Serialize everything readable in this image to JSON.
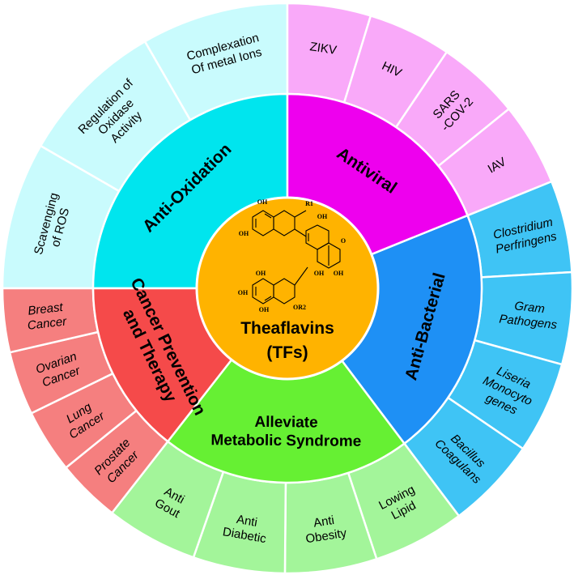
{
  "center": {
    "title_line1": "Theaflavins",
    "title_line2": "(TFs)",
    "color": "#FFB300",
    "structure_labels": [
      "OH",
      "OH",
      "R1",
      "OH",
      "O",
      "OH",
      "OH",
      "OH",
      "OH",
      "OR2",
      "OH"
    ]
  },
  "categories": [
    {
      "name": "Anti-Oxidation",
      "lines": [
        "Anti-Oxidation"
      ],
      "color": "#00E5EE",
      "outer_color": "#C9FBFD",
      "subs": [
        {
          "lines": [
            "Scavenging",
            "of ROS"
          ],
          "italic": false
        },
        {
          "lines": [
            "Regulation of",
            "Oxidase",
            "Activity"
          ],
          "italic": false
        },
        {
          "lines": [
            "Complexation",
            "Of metal Ions"
          ],
          "italic": false
        }
      ]
    },
    {
      "name": "Antiviral",
      "lines": [
        "Antiviral"
      ],
      "color": "#EE00EE",
      "outer_color": "#F9A9F9",
      "subs": [
        {
          "lines": [
            "ZIKV"
          ],
          "italic": false
        },
        {
          "lines": [
            "HIV"
          ],
          "italic": false
        },
        {
          "lines": [
            "SARS",
            "-COV-2"
          ],
          "italic": false
        },
        {
          "lines": [
            "IAV"
          ],
          "italic": false
        }
      ]
    },
    {
      "name": "Anti-Bacterial",
      "lines": [
        "Anti-Bacterial"
      ],
      "color": "#1E90F5",
      "outer_color": "#3FC4F5",
      "subs": [
        {
          "lines": [
            "Clostridium",
            "Perfringens"
          ],
          "italic": true
        },
        {
          "lines": [
            "Gram",
            "Pathogens"
          ],
          "italic": true
        },
        {
          "lines": [
            "Liseria",
            "Monocyto",
            "genes"
          ],
          "italic": true
        },
        {
          "lines": [
            "Bacillus",
            "Coagulans"
          ],
          "italic": true
        }
      ]
    },
    {
      "name": "Alleviate Metabolic Syndrome",
      "lines": [
        "Alleviate",
        "Metabolic Syndrome"
      ],
      "color": "#66F033",
      "outer_color": "#A3F59A",
      "subs": [
        {
          "lines": [
            "Lowing",
            "Lipid"
          ],
          "italic": false
        },
        {
          "lines": [
            "Anti",
            "Obesity"
          ],
          "italic": false
        },
        {
          "lines": [
            "Anti",
            "Diabetic"
          ],
          "italic": false
        },
        {
          "lines": [
            "Anti",
            "Gout"
          ],
          "italic": false
        }
      ]
    },
    {
      "name": "Cancer Prevention and Therapy",
      "lines": [
        "Cancer Prevention",
        "and Therapy"
      ],
      "color": "#F54A4A",
      "outer_color": "#F57F7F",
      "subs": [
        {
          "lines": [
            "Prostate",
            "Cancer"
          ],
          "italic": true
        },
        {
          "lines": [
            "Lung",
            "Cancer"
          ],
          "italic": true
        },
        {
          "lines": [
            "Ovarian",
            "Cancer"
          ],
          "italic": true
        },
        {
          "lines": [
            "Breast",
            "Cancer"
          ],
          "italic": true
        }
      ]
    }
  ]
}
